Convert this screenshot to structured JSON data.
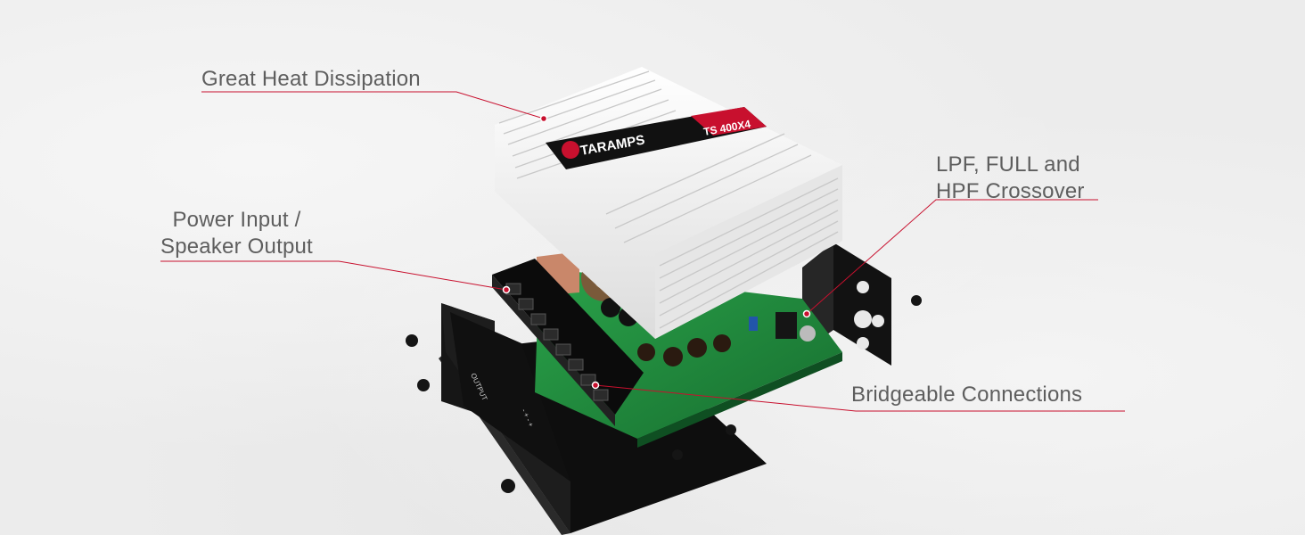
{
  "callouts": {
    "heat": {
      "text": "Great Heat Dissipation"
    },
    "power": {
      "line1": "Power Input /",
      "line2": "Speaker Output"
    },
    "crossover": {
      "line1": "LPF, FULL and",
      "line2": "HPF Crossover"
    },
    "bridge": {
      "text": "Bridgeable Connections"
    }
  },
  "product": {
    "brand": "TARAMPS",
    "model": "TS 400X4"
  },
  "colors": {
    "leader_line": "#c8102e",
    "label_text": "#5e5e5e",
    "heatsink": "#f7f7f7",
    "brand_band": "#111111",
    "pcb": "#1f8a3c",
    "chassis": "#111111"
  }
}
